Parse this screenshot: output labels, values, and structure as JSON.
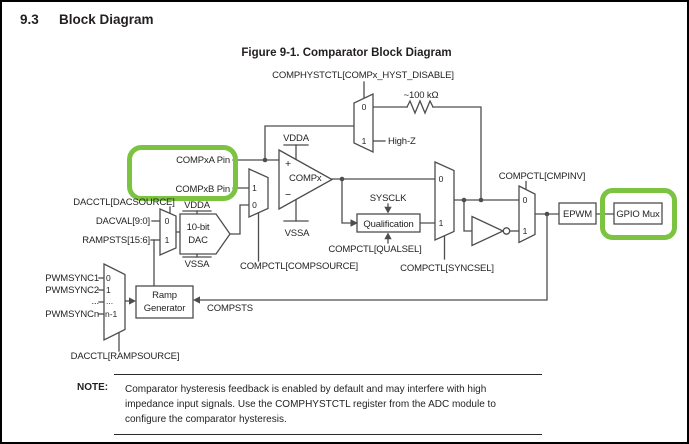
{
  "colors": {
    "highlight": "#7cc342",
    "line": "#4d4d50",
    "text": "#231f20"
  },
  "header": {
    "section_number": "9.3",
    "section_title": "Block Diagram",
    "figure_title": "Figure 9-1. Comparator Block Diagram"
  },
  "labels": {
    "hyst_control": "COMPHYSTCTL[COMPx_HYST_DISABLE]",
    "resistor_value": "~100 kΩ",
    "high_z": "High-Z",
    "in0": "0",
    "in1": "1",
    "in_dots": "...",
    "in_n1": "n-1",
    "vdda": "VDDA",
    "vssa": "VSSA",
    "compxa_pin": "COMPxA Pin",
    "compxb_pin": "COMPxB Pin",
    "comparator": "COMPx",
    "plus": "+",
    "minus": "−",
    "sysclk": "SYSCLK",
    "qualification": "Qualification",
    "qualsel": "COMPCTL[QUALSEL]",
    "syncsel": "COMPCTL[SYNCSEL]",
    "compsource": "COMPCTL[COMPSOURCE]",
    "cmpinv": "COMPCTL[CMPINV]",
    "epwm": "EPWM",
    "gpio_mux": "GPIO Mux",
    "dacsource": "DACCTL[DACSOURCE]",
    "dacval": "DACVAL[9:0]",
    "rampsts": "RAMPSTS[15:6]",
    "dac_line1": "10-bit",
    "dac_line2": "DAC",
    "pwmsync": [
      "PWMSYNC1",
      "PWMSYNC2",
      "...",
      "PWMSYNCn"
    ],
    "ramp_line1": "Ramp",
    "ramp_line2": "Generator",
    "compsts": "COMPSTS",
    "rampsource": "DACCTL[RAMPSOURCE]"
  },
  "note": {
    "label": "NOTE:",
    "lines": [
      "Comparator hysteresis feedback is enabled by default and may interfere with high",
      "impedance input signals. Use the COMPHYSTCTL register from the ADC module to",
      "configure the comparator hysteresis."
    ]
  }
}
